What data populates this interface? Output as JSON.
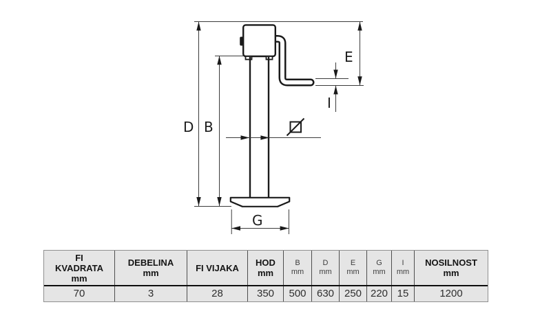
{
  "drawing": {
    "labels": {
      "total_height": "D",
      "tube_height": "B",
      "crank_drop": "E",
      "handle_rod": "I",
      "foot_width": "G"
    },
    "diameter_icon": "diameter-symbol"
  },
  "table": {
    "columns": [
      {
        "label": "FI KVADRATA",
        "unit": "mm",
        "value": "70"
      },
      {
        "label": "DEBELINA",
        "unit": "mm",
        "value": "3"
      },
      {
        "label": "FI VIJAKA",
        "unit": "",
        "value": "28"
      },
      {
        "label": "HOD",
        "unit": "mm",
        "value": "350"
      },
      {
        "label": "B",
        "unit": "mm",
        "value": "500"
      },
      {
        "label": "D",
        "unit": "mm",
        "value": "630"
      },
      {
        "label": "E",
        "unit": "mm",
        "value": "250"
      },
      {
        "label": "G",
        "unit": "mm",
        "value": "220"
      },
      {
        "label": "I",
        "unit": "mm",
        "value": "15"
      },
      {
        "label": "NOSILNOST",
        "unit": "mm",
        "value": "1200"
      }
    ]
  }
}
